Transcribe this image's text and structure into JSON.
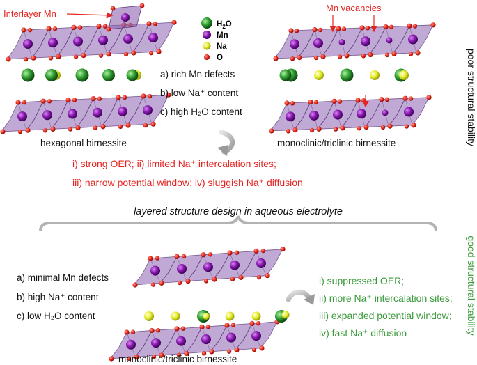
{
  "top": {
    "interlayer_label": "Interlayer Mn",
    "vacancy_label": "Mn vacancies",
    "legend": [
      {
        "label": "H2O",
        "color": "#2e9a2e"
      },
      {
        "label": "Mn",
        "color": "#7a0f9c"
      },
      {
        "label": "Na",
        "color": "#e6ee2a"
      },
      {
        "label": "O",
        "color": "#e8261a"
      }
    ],
    "features": [
      "a) rich Mn defects",
      "b) low Na⁺ content",
      "c) high H₂O content"
    ],
    "left_caption": "hexagonal birnessite",
    "right_caption": "monoclinic/triclinic birnessite",
    "issues": [
      "i) strong OER; ii) limited Na⁺ intercalation sites;",
      "iii) narrow potential window; iv) sluggish Na⁺ diffusion"
    ],
    "side_label": "poor structural stability"
  },
  "design_label": "layered structure design in aqueous electrolyte",
  "bottom": {
    "features": [
      "a) minimal Mn defects",
      "b) high Na⁺ content",
      "c) low H₂O content"
    ],
    "caption": "monoclinic/triclinic birnessite",
    "benefits": [
      "i) suppressed OER;",
      "ii) more Na⁺ intercalation sites;",
      "iii) expanded potential window;",
      "iv) fast Na⁺ diffusion"
    ],
    "side_label": "good structural stability"
  },
  "colors": {
    "red_text": "#e52521",
    "green_text": "#3a9a3a",
    "octahedron": "#8c63b0",
    "mn": "#7a0f9c",
    "o": "#e8261a",
    "na": "#e6ee2a",
    "water": "#2e9a2e"
  }
}
